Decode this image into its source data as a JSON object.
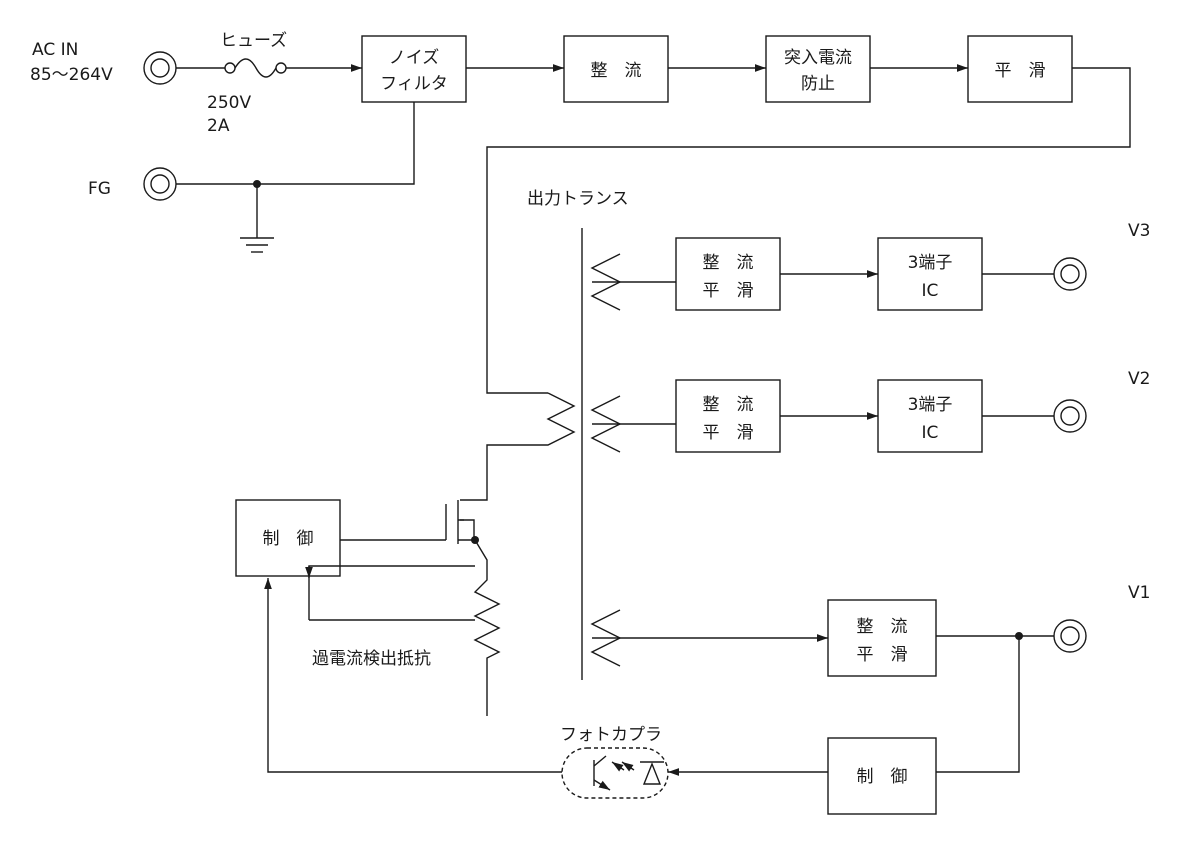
{
  "input": {
    "ac_in": "AC IN",
    "ac_range": "85〜264V",
    "fuse_label": "ヒューズ",
    "fuse_rating_v": "250V",
    "fuse_rating_a": "2A",
    "fg": "FG"
  },
  "blocks": {
    "noise_filter_1": "ノイズ",
    "noise_filter_2": "フィルタ",
    "rectifier": "整　流",
    "inrush_1": "突入電流",
    "inrush_2": "防止",
    "smoothing": "平　滑",
    "rect_smooth_1": "整　流",
    "rect_smooth_2": "平　滑",
    "regulator_1": "3端子",
    "regulator_2": "IC",
    "control": "制　御"
  },
  "labels": {
    "transformer": "出力トランス",
    "current_sense": "過電流検出抵抗",
    "photocoupler": "フォトカプラ"
  },
  "outputs": {
    "v3": "V3",
    "v2": "V2",
    "v1": "V1"
  }
}
